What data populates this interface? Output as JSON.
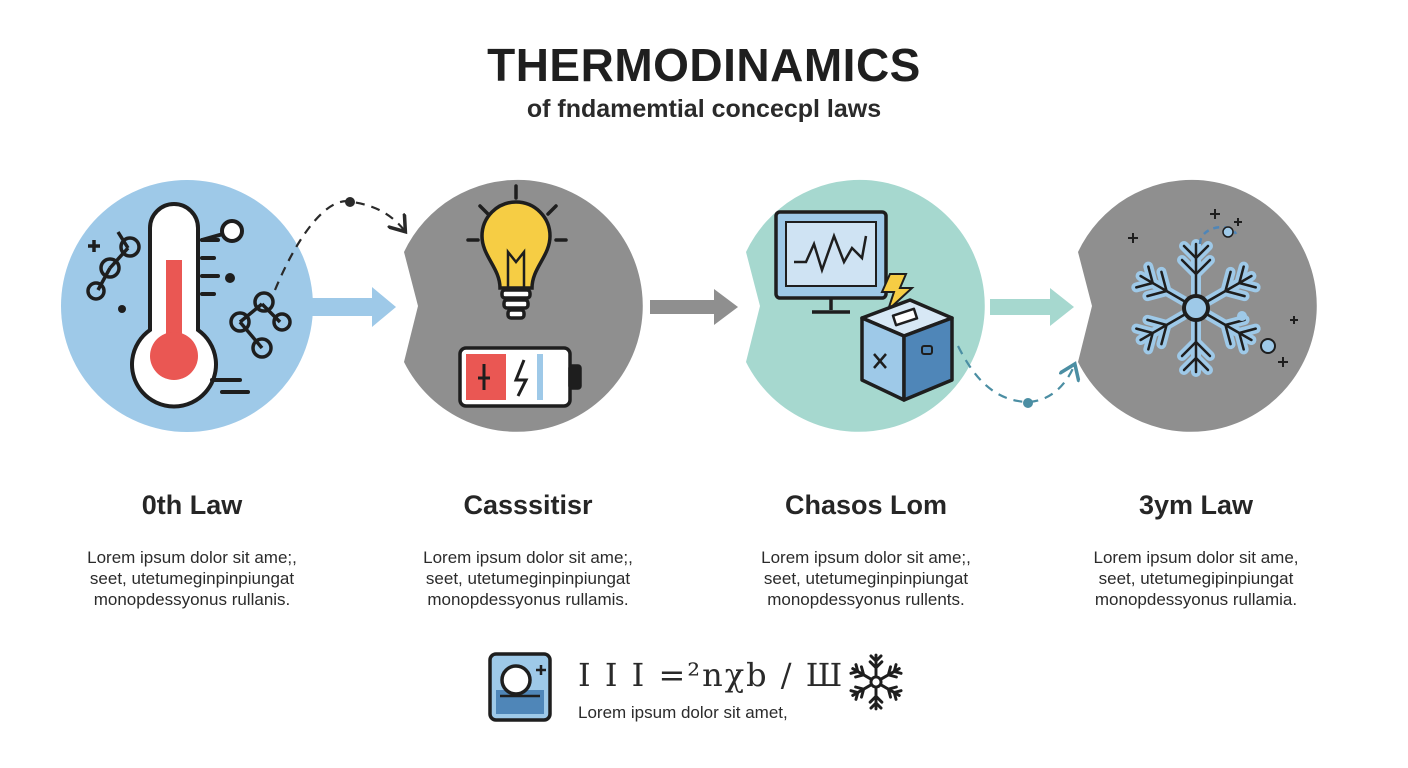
{
  "header": {
    "title": "THERMODINAMICS",
    "subtitle": "of fndamemtial concecpl laws"
  },
  "laws": [
    {
      "name": "0th Law",
      "description": "Lorem ipsum dolor sit ame;,\nseet, utetumeginpinpiungat\nmonopdessyonus rullanis.",
      "icon": "thermometer-icon",
      "color": "#9ec9e8"
    },
    {
      "name": "Casssitisr",
      "description": "Lorem ipsum dolor sit ame;,\nseet, utetumeginpinpiungat\nmonopdessyonus rullamis.",
      "icon": "lightbulb-icon",
      "color": "#8f8f8f"
    },
    {
      "name": "Chasos Lom",
      "description": "Lorem ipsum dolor sit ame;,\nseet, utetumeginpinpiungat\nmonopdessyonus rullents.",
      "icon": "monitor-box-icon",
      "color": "#a6d8cf"
    },
    {
      "name": "3ym Law",
      "description": "Lorem ipsum dolor sit ame,\nseet, utetumegipinpiungat\nmonopdessyonus rullamia.",
      "icon": "snowflake-icon",
      "color": "#8f8f8f"
    }
  ],
  "footer": {
    "formula": "I I I =²nχb / Ш",
    "caption": "Lorem ipsum dolor sit amet,",
    "icons": [
      "gauge-icon",
      "snowflake-icon"
    ]
  }
}
